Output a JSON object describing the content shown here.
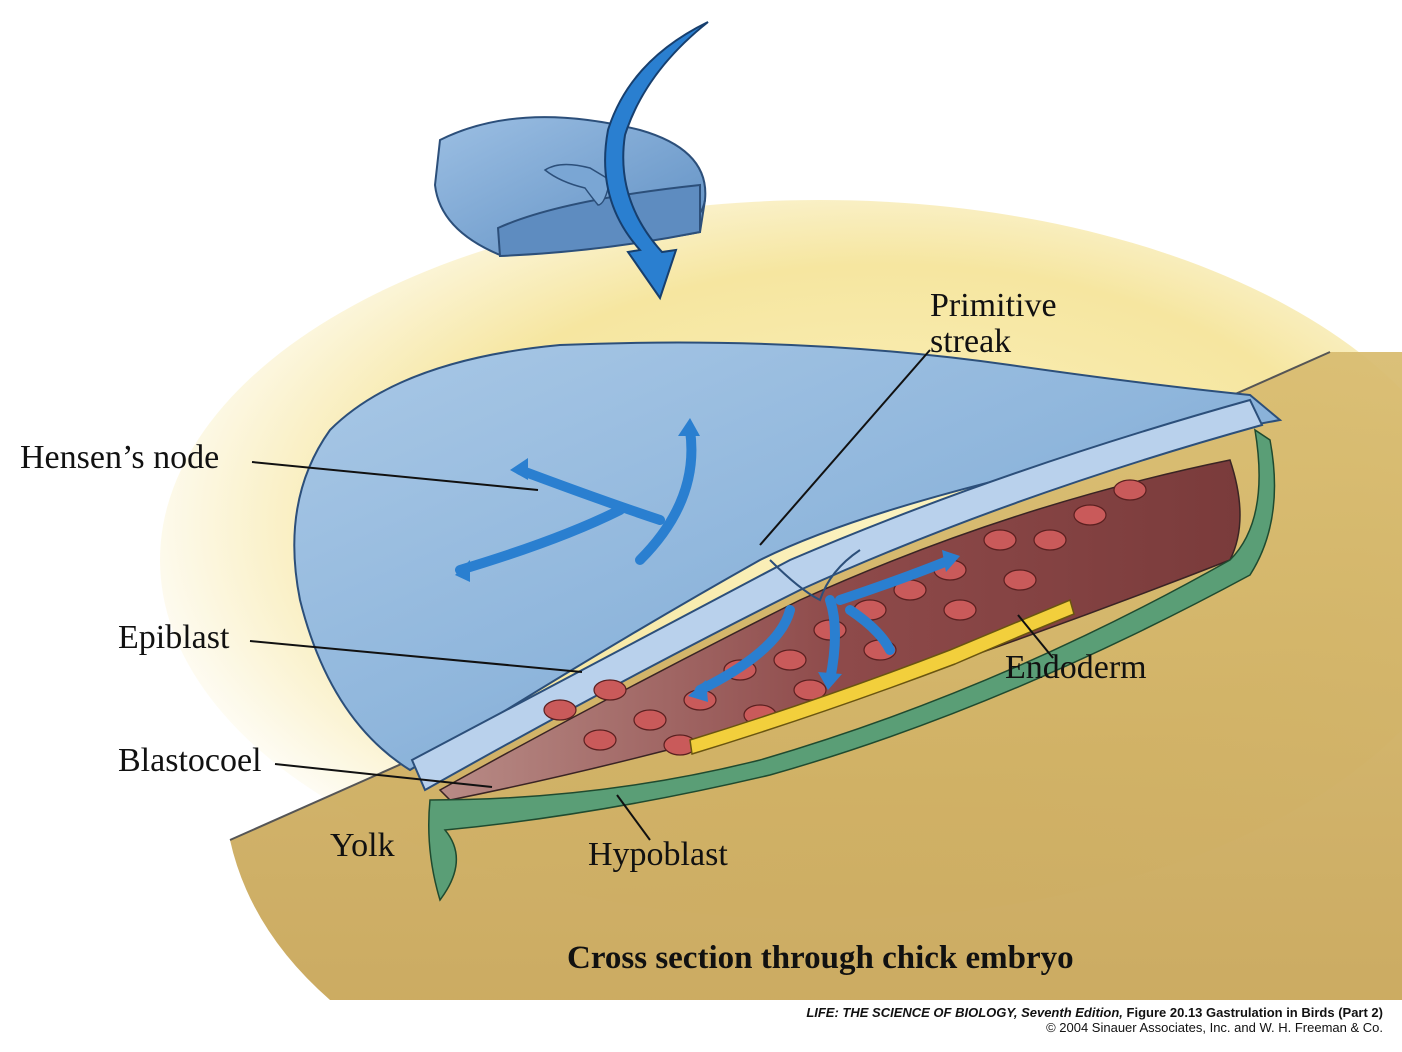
{
  "labels": {
    "primitive_streak_line1": "Primitive",
    "primitive_streak_line2": "streak",
    "hensens_node": "Hensen’s node",
    "epiblast": "Epiblast",
    "blastocoel": "Blastocoel",
    "yolk": "Yolk",
    "hypoblast": "Hypoblast",
    "endoderm": "Endoderm"
  },
  "caption": "Cross section through chick embryo",
  "credit": {
    "book_title": "LIFE: THE SCIENCE OF BIOLOGY, Seventh Edition,",
    "figure": " Figure 20.13 Gastrulation in Birds (Part 2)",
    "copyright": "© 2004 Sinauer Associates, Inc. and W. H. Freeman & Co."
  },
  "colors": {
    "embryo_blue": "#7faad4",
    "arrow_blue": "#2a7fd0",
    "yolk_gold": "#d6b86a",
    "yolk_highlight": "#f8ecb0",
    "hypoblast_green": "#5a9e76",
    "endoderm_yellow": "#f2cf3c",
    "mesoderm_red": "#c95a5a",
    "blastocoel_maroon": "#8a4747"
  }
}
